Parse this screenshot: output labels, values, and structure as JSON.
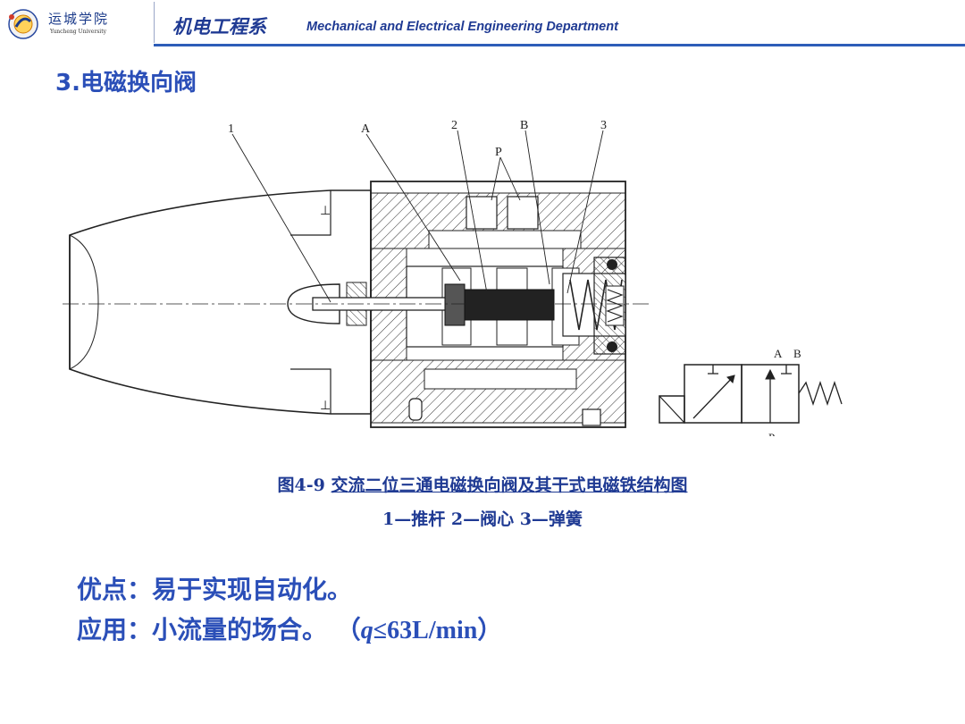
{
  "header": {
    "logo_name_cn": "运城学院",
    "logo_name_en": "Yuncheng University",
    "dept_cn": "机电工程系",
    "dept_en": "Mechanical and Electrical Engineering Department"
  },
  "title": "3.电磁换向阀",
  "figure": {
    "labels": {
      "pushrod_num": "1",
      "port_A_top": "A",
      "spool_num": "2",
      "port_B_top": "B",
      "spring_num": "3",
      "port_P_top": "P",
      "symbol_A": "A",
      "symbol_B": "B",
      "symbol_P": "P"
    },
    "caption_prefix": "图4-9",
    "caption_title": "交流二位三通电磁换向阀及其干式电磁铁结构图",
    "caption_parts": "1—推杆  2—阀心  3—弹簧"
  },
  "body": {
    "advantage_label": "优点：",
    "advantage_text": "易于实现自动化。",
    "application_label": "应用：",
    "application_text": "小流量的场合。",
    "formula_open": "（",
    "formula_var": "q",
    "formula_rest": "≤63L/min",
    "formula_close": "）"
  },
  "colors": {
    "accent": "#2b4fb8",
    "header_line": "#2d5db8",
    "drawing": "#222222"
  }
}
